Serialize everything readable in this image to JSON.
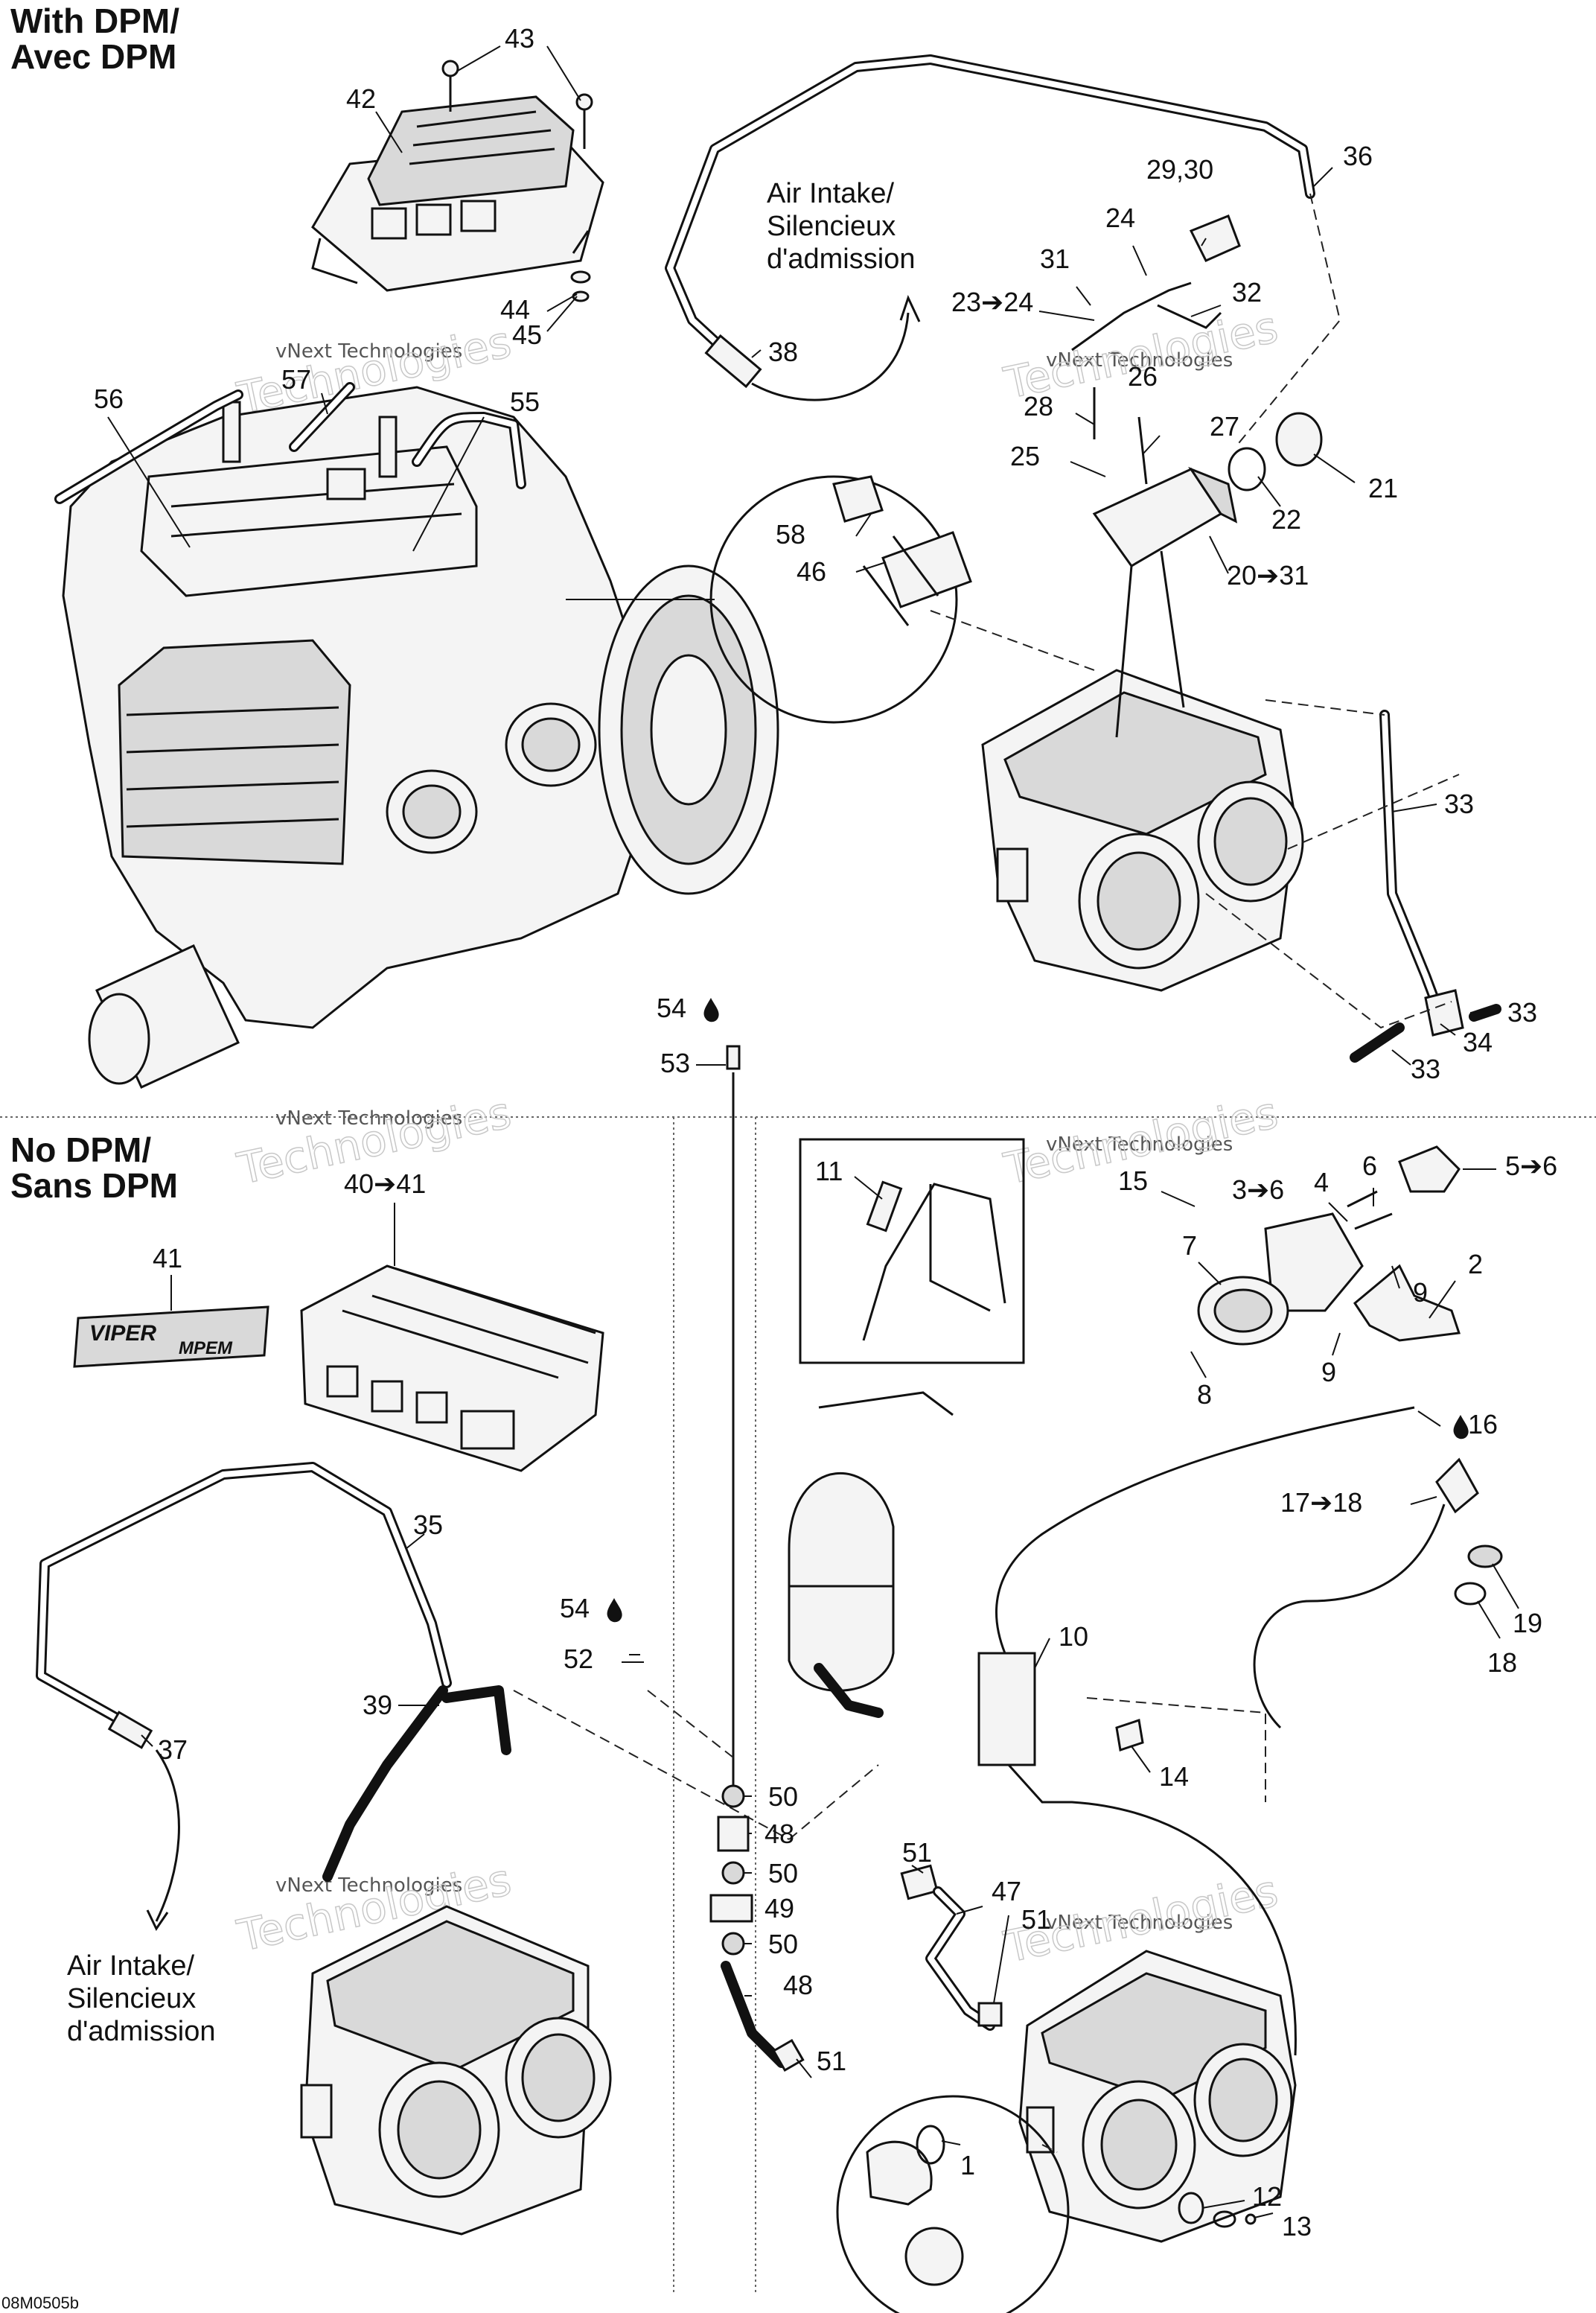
{
  "sections": {
    "with_dpm": "With DPM/\nAvec DPM",
    "no_dpm": "No DPM/\nSans DPM"
  },
  "annotations": {
    "air_intake_top": "Air Intake/\nSilencieux\nd'admission",
    "air_intake_bottom": "Air Intake/\nSilencieux\nd'admission"
  },
  "watermark": {
    "small": "vNext Technologies",
    "large": "Technologies"
  },
  "drawing_code": "08M0505b",
  "callouts": [
    {
      "id": "c43",
      "text": "43"
    },
    {
      "id": "c42",
      "text": "42"
    },
    {
      "id": "c44",
      "text": "44"
    },
    {
      "id": "c45",
      "text": "45"
    },
    {
      "id": "c56",
      "text": "56"
    },
    {
      "id": "c57",
      "text": "57"
    },
    {
      "id": "c55",
      "text": "55"
    },
    {
      "id": "c38",
      "text": "38"
    },
    {
      "id": "c36",
      "text": "36"
    },
    {
      "id": "c29_30",
      "text": "29,30"
    },
    {
      "id": "c24",
      "text": "24"
    },
    {
      "id": "c31",
      "text": "31"
    },
    {
      "id": "c23_24",
      "text": "23➔24"
    },
    {
      "id": "c32",
      "text": "32"
    },
    {
      "id": "c26",
      "text": "26"
    },
    {
      "id": "c28",
      "text": "28"
    },
    {
      "id": "c27",
      "text": "27"
    },
    {
      "id": "c25",
      "text": "25"
    },
    {
      "id": "c21",
      "text": "21"
    },
    {
      "id": "c22",
      "text": "22"
    },
    {
      "id": "c58",
      "text": "58"
    },
    {
      "id": "c46",
      "text": "46"
    },
    {
      "id": "c20_31",
      "text": "20➔31"
    },
    {
      "id": "c33a",
      "text": "33"
    },
    {
      "id": "c33b",
      "text": "33"
    },
    {
      "id": "c34",
      "text": "34"
    },
    {
      "id": "c33c",
      "text": "33"
    },
    {
      "id": "c54a",
      "text": "54"
    },
    {
      "id": "c53",
      "text": "53"
    },
    {
      "id": "c40_41",
      "text": "40➔41"
    },
    {
      "id": "c41",
      "text": "41"
    },
    {
      "id": "c11",
      "text": "11"
    },
    {
      "id": "c15",
      "text": "15"
    },
    {
      "id": "c3_6",
      "text": "3➔6"
    },
    {
      "id": "c4",
      "text": "4"
    },
    {
      "id": "c6",
      "text": "6"
    },
    {
      "id": "c5_6",
      "text": "5➔6"
    },
    {
      "id": "c7",
      "text": "7"
    },
    {
      "id": "c9a",
      "text": "9"
    },
    {
      "id": "c2",
      "text": "2"
    },
    {
      "id": "c9b",
      "text": "9"
    },
    {
      "id": "c8",
      "text": "8"
    },
    {
      "id": "c16",
      "text": "16"
    },
    {
      "id": "c17_18",
      "text": "17➔18"
    },
    {
      "id": "c19",
      "text": "19"
    },
    {
      "id": "c18",
      "text": "18"
    },
    {
      "id": "c35",
      "text": "35"
    },
    {
      "id": "c54b",
      "text": "54"
    },
    {
      "id": "c52",
      "text": "52"
    },
    {
      "id": "c10",
      "text": "10"
    },
    {
      "id": "c39",
      "text": "39"
    },
    {
      "id": "c37",
      "text": "37"
    },
    {
      "id": "c14",
      "text": "14"
    },
    {
      "id": "c50a",
      "text": "50"
    },
    {
      "id": "c48a",
      "text": "48"
    },
    {
      "id": "c50b",
      "text": "50"
    },
    {
      "id": "c49",
      "text": "49"
    },
    {
      "id": "c50c",
      "text": "50"
    },
    {
      "id": "c48b",
      "text": "48"
    },
    {
      "id": "c51a",
      "text": "51"
    },
    {
      "id": "c47",
      "text": "47"
    },
    {
      "id": "c51b",
      "text": "51"
    },
    {
      "id": "c51c",
      "text": "51"
    },
    {
      "id": "c1",
      "text": "1"
    },
    {
      "id": "c12",
      "text": "12"
    },
    {
      "id": "c13",
      "text": "13"
    }
  ],
  "decal": {
    "brand": "VIPER",
    "sub": "MPEM"
  }
}
